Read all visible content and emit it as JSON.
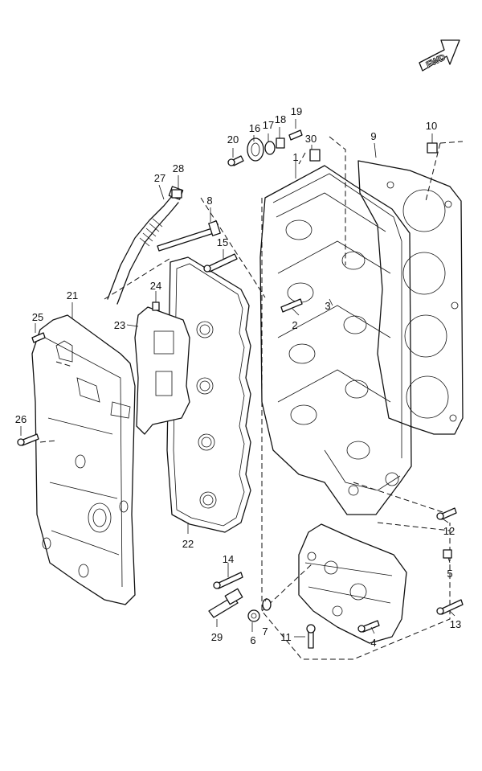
{
  "fwd_label": "FWD",
  "callouts": {
    "c1": "1",
    "c2": "2",
    "c3": "3",
    "c4": "4",
    "c5": "5",
    "c6": "6",
    "c7": "7",
    "c8": "8",
    "c9": "9",
    "c10": "10",
    "c11": "11",
    "c12": "12",
    "c13": "13",
    "c14": "14",
    "c15": "15",
    "c16": "16",
    "c17": "17",
    "c18": "18",
    "c19": "19",
    "c20": "20",
    "c21": "21",
    "c22": "22",
    "c23": "23",
    "c24": "24",
    "c25": "25",
    "c26": "26",
    "c27": "27",
    "c28": "28",
    "c29": "29",
    "c30": "30"
  }
}
